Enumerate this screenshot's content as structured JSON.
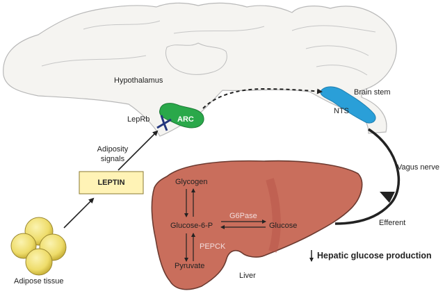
{
  "labels": {
    "hypothalamus": "Hypothalamus",
    "brain_stem": "Brain stem",
    "nts": "NTS",
    "leprb": "LepRb",
    "arc": "ARC",
    "adiposity_line1": "Adiposity",
    "adiposity_line2": "signals",
    "leptin": "LEPTIN",
    "vagus_nerve": "Vagus nerve",
    "efferent": "Efferent",
    "glycogen": "Glycogen",
    "glucose_6_p": "Glucose-6-P",
    "g6pase": "G6Pase",
    "glucose": "Glucose",
    "pepck": "PEPCK",
    "pyruvate": "Pyruvate",
    "hepatic_glucose_production": "Hepatic glucose production",
    "liver": "Liver",
    "adipose_tissue": "Adipose tissue"
  },
  "colors": {
    "arc": "#2aa84a",
    "nts": "#2a9fd8",
    "liver": "#c96e5c",
    "leptin_box": "#fff3b6",
    "adipose": "#eedc6a",
    "receptor": "#25377e"
  }
}
